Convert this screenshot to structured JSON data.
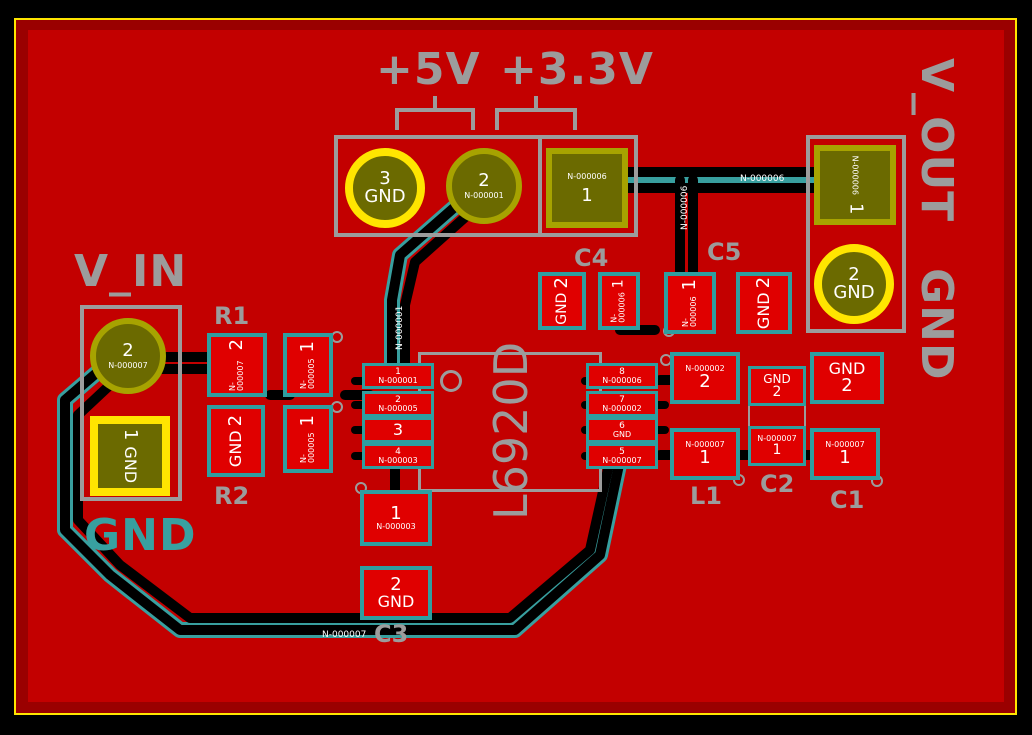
{
  "silkscreen": {
    "v5": "+5V",
    "v33": "+3.3V",
    "v_in": "V_IN",
    "gnd_bottom": "GND",
    "v_out": "V_OUT",
    "gnd_right": "GND",
    "ic": "L6920D",
    "refs": {
      "r1": "R1",
      "r2": "R2",
      "c4": "C4",
      "c5": "C5",
      "l1": "L1",
      "c2": "C2",
      "c1": "C1",
      "c3": "C3"
    }
  },
  "connectors": {
    "j_top": {
      "p3_num": "3",
      "p3_net": "GND",
      "p2_num": "2",
      "p2_net": "N-000001",
      "p1_num": "1",
      "p1_net": "N-000006"
    },
    "j_in": {
      "p2_num": "2",
      "p2_net": "N-000007",
      "p1_num": "1",
      "p1_net": "GND"
    },
    "j_out": {
      "p1_num": "1",
      "p1_net": "N-000006",
      "p2_num": "2",
      "p2_net": "GND"
    }
  },
  "pads": {
    "r1_p2": {
      "num": "2",
      "net": "N-000007"
    },
    "r1_p1": {
      "num": "1",
      "net": "N-000005"
    },
    "r2_p2": {
      "num": "2",
      "net": "GND"
    },
    "r2_p1": {
      "num": "1",
      "net": "N-000005"
    },
    "c4_p2": {
      "num": "2",
      "net": "GND"
    },
    "c4_p1": {
      "num": "1",
      "net": "N-000006"
    },
    "c5_p1": {
      "num": "1",
      "net": "N-000006"
    },
    "c5_p2": {
      "num": "2",
      "net": "GND"
    },
    "l1_p2": {
      "num": "2",
      "net": "N-000002"
    },
    "l1_p1": {
      "num": "1",
      "net": "N-000007"
    },
    "c2_p2": {
      "num": "2",
      "net": "GND"
    },
    "c2_p1": {
      "num": "1",
      "net": "N-000007"
    },
    "c1_p2": {
      "num": "2",
      "net": "GND"
    },
    "c1_p1": {
      "num": "1",
      "net": "N-000007"
    },
    "c3_p1": {
      "num": "1",
      "net": "N-000003"
    },
    "c3_p2": {
      "num": "2",
      "net": "GND"
    }
  },
  "ic_pins": {
    "p1": {
      "num": "1",
      "net": "N-000001"
    },
    "p2": {
      "num": "2",
      "net": "N-000005"
    },
    "p3": {
      "num": "3",
      "net": ""
    },
    "p4": {
      "num": "4",
      "net": "N-000003"
    },
    "p5": {
      "num": "5",
      "net": "N-000007"
    },
    "p6": {
      "num": "6",
      "net": "GND"
    },
    "p7": {
      "num": "7",
      "net": "N-000002"
    },
    "p8": {
      "num": "8",
      "net": "N-000006"
    }
  },
  "track_labels": {
    "t1": "N-000006",
    "t2": "N-000006",
    "t3": "N-000001",
    "t4": "N-000007"
  },
  "colors": {
    "board": "#c30000",
    "edge": "#ffe500",
    "pad": "#e00000",
    "pad_outline": "#2f9ea0",
    "silkscreen": "#9c9c9c",
    "track": "#000000"
  }
}
